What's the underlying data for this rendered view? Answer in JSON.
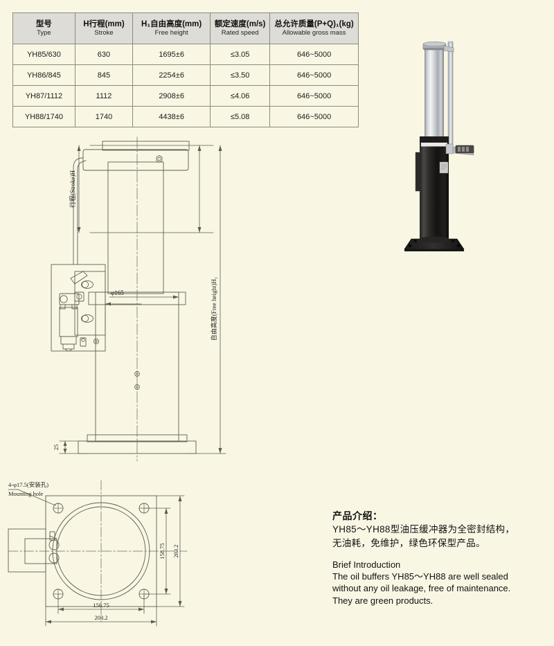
{
  "spec_table": {
    "columns": [
      {
        "cn": "型号",
        "en": "Type"
      },
      {
        "cn": "H行程(mm)",
        "en": "Stroke"
      },
      {
        "cn": "H₁自由高度(mm)",
        "en": "Free height"
      },
      {
        "cn": "额定速度(m/s)",
        "en": "Rated speed"
      },
      {
        "cn": "总允许质量(P+Q)₁(kg)",
        "en": "Allowable gross mass"
      }
    ],
    "rows": [
      {
        "type": "YH85/630",
        "stroke": "630",
        "free_height": "1695±6",
        "rated_speed": "≤3.05",
        "gross_mass": "646~5000"
      },
      {
        "type": "YH86/845",
        "stroke": "845",
        "free_height": "2254±6",
        "rated_speed": "≤3.50",
        "gross_mass": "646~5000"
      },
      {
        "type": "YH87/1112",
        "stroke": "1112",
        "free_height": "2908±6",
        "rated_speed": "≤4.06",
        "gross_mass": "646~5000"
      },
      {
        "type": "YH88/1740",
        "stroke": "1740",
        "free_height": "4438±6",
        "rated_speed": "≤5.08",
        "gross_mass": "646~5000"
      }
    ]
  },
  "drawings": {
    "elevation": {
      "stroke_label": "行程(Stroke)H",
      "free_height_label": "自由高度(Free height)H₁",
      "diameter_label": "φ165",
      "base_thickness_label": "25"
    },
    "plan": {
      "mounting_hole_cn": "4-φ17.5(安装孔)",
      "mounting_hole_en": "Mounting hole",
      "dim_bolt_pitch": "158.75",
      "dim_plate_size": "203.2",
      "dim_bolt_pitch_v": "158.75",
      "dim_plate_size_v": "203.2"
    }
  },
  "photo": {
    "alt": "YH85-YH88 hydraulic oil buffer product photo"
  },
  "intro": {
    "cn_heading": "产品介绍：",
    "cn_line1": "YH85～YH88型油压缓冲器为全密封结构，",
    "cn_line2": "无油耗，免维护，绿色环保型产品。",
    "en_heading": "Brief Introduction",
    "en_line1": "The oil buffers YH85～YH88 are well sealed",
    "en_line2": "without any oil leakage, free of maintenance.",
    "en_line3": "They are green products."
  },
  "colors": {
    "page_bg": "#f9f7e4",
    "table_header_bg": "#dedcd6",
    "line": "#58574c",
    "text": "#111111"
  }
}
